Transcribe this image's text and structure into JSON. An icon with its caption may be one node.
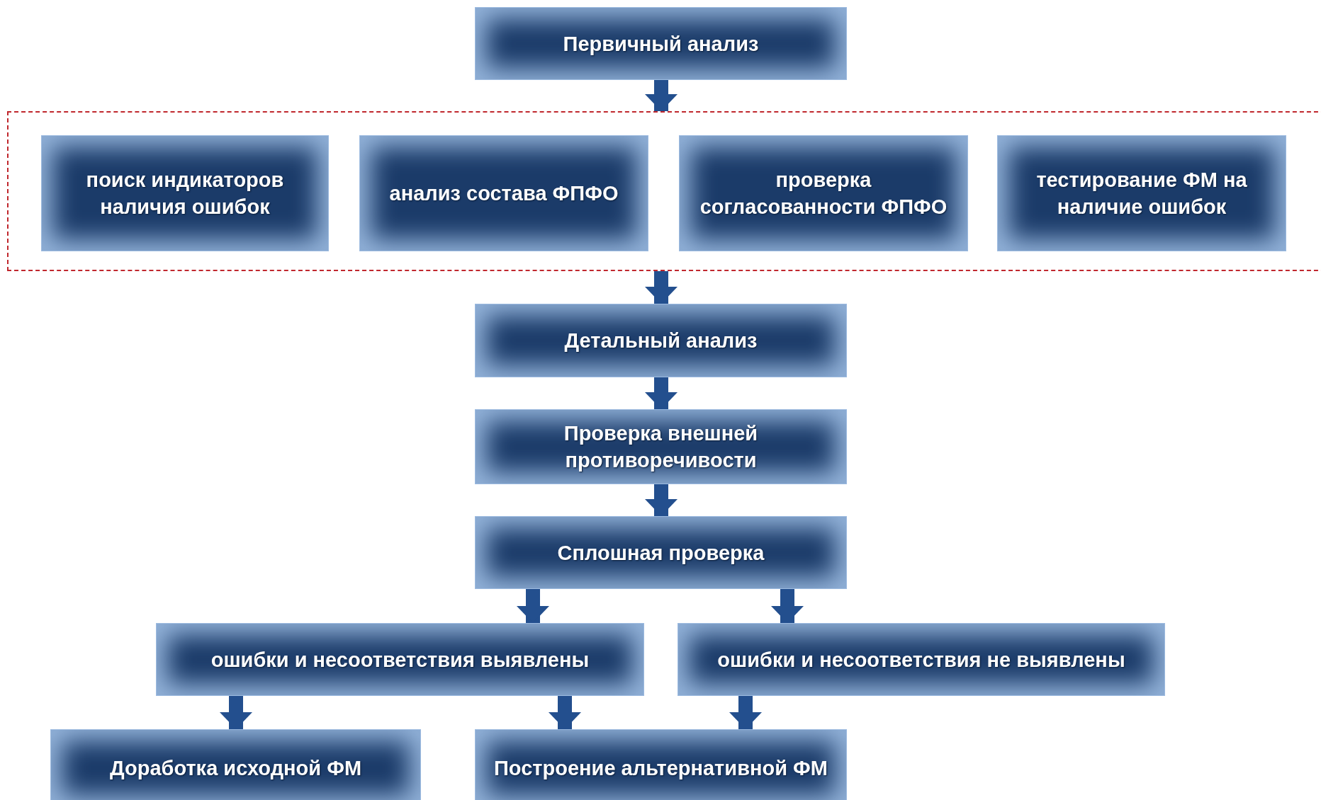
{
  "diagram": {
    "nodes": [
      {
        "text": [
          "Первичный анализ"
        ]
      },
      {
        "text": [],
        "shape": "box"
      },
      {
        "text": [
          "поиск индикаторов наличия ошибок"
        ],
        "in": 1
      },
      {
        "text": [
          "анализ состава ФПФО"
        ],
        "in": 1
      },
      {
        "text": [
          "проверка согласованности ФПФО"
        ],
        "in": 1
      },
      {
        "text": [
          "тестирование ФМ на наличие ошибок"
        ],
        "in": 1
      },
      {
        "text": [
          "Детальный анализ"
        ]
      },
      {
        "text": [
          "Проверка внешней противоречивости"
        ]
      },
      {
        "text": [
          "Сплошная проверка"
        ]
      },
      {
        "text": [
          "ошибки и несоответствия выявлены"
        ]
      },
      {
        "text": [
          "ошибки и несоответствия не выявлены"
        ]
      },
      {
        "text": [
          "Доработка исходной ФМ"
        ]
      },
      {
        "text": [
          "Построение альтернативной ФМ"
        ]
      }
    ],
    "edges": [
      {
        "from": 0,
        "to": 1,
        "arrow": "to"
      },
      {
        "from": 1,
        "to": 6,
        "arrow": "to"
      },
      {
        "from": 6,
        "to": 7,
        "arrow": "to"
      },
      {
        "from": 7,
        "to": 8,
        "arrow": "to"
      },
      {
        "from": 8,
        "to": 9,
        "arrow": "to"
      },
      {
        "from": 8,
        "to": 10,
        "arrow": "to"
      },
      {
        "from": 9,
        "to": 11,
        "arrow": "to"
      },
      {
        "from": 9,
        "to": 12,
        "arrow": "to"
      },
      {
        "from": 10,
        "to": 12,
        "arrow": "to"
      }
    ]
  }
}
